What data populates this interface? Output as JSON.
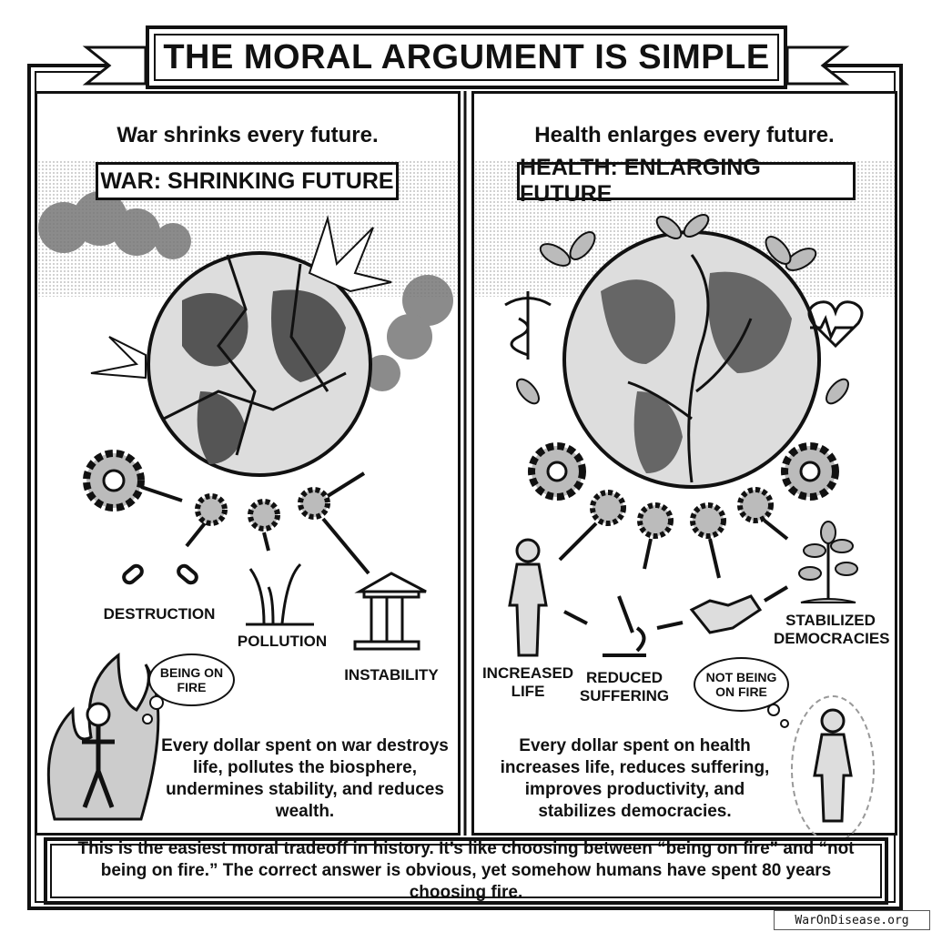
{
  "title": "THE MORAL ARGUMENT IS SIMPLE",
  "left": {
    "subtitle": "War shrinks every future.",
    "label": "WAR: SHRINKING FUTURE",
    "outcomes": [
      "DESTRUCTION",
      "POLLUTION",
      "INSTABILITY"
    ],
    "thought": "BEING ON FIRE",
    "paragraph": "Every dollar spent on war destroys life, pollutes the biosphere, undermines stability, and reduces wealth."
  },
  "right": {
    "subtitle": "Health enlarges every future.",
    "label": "HEALTH: ENLARGING FUTURE",
    "outcomes": [
      "INCREASED LIFE",
      "REDUCED SUFFERING",
      "STABILIZED DEMOCRACIES"
    ],
    "thought": "NOT BEING ON FIRE",
    "paragraph": "Every dollar spent on health increases life, reduces suffering, improves productivity, and stabilizes democracies."
  },
  "conclusion": "This is the easiest moral tradeoff in history. It’s like choosing between “being on fire” and “not being on fire.” The correct answer is obvious, yet somehow humans have spent 80 years choosing fire.",
  "watermark": "WarOnDisease.org"
}
